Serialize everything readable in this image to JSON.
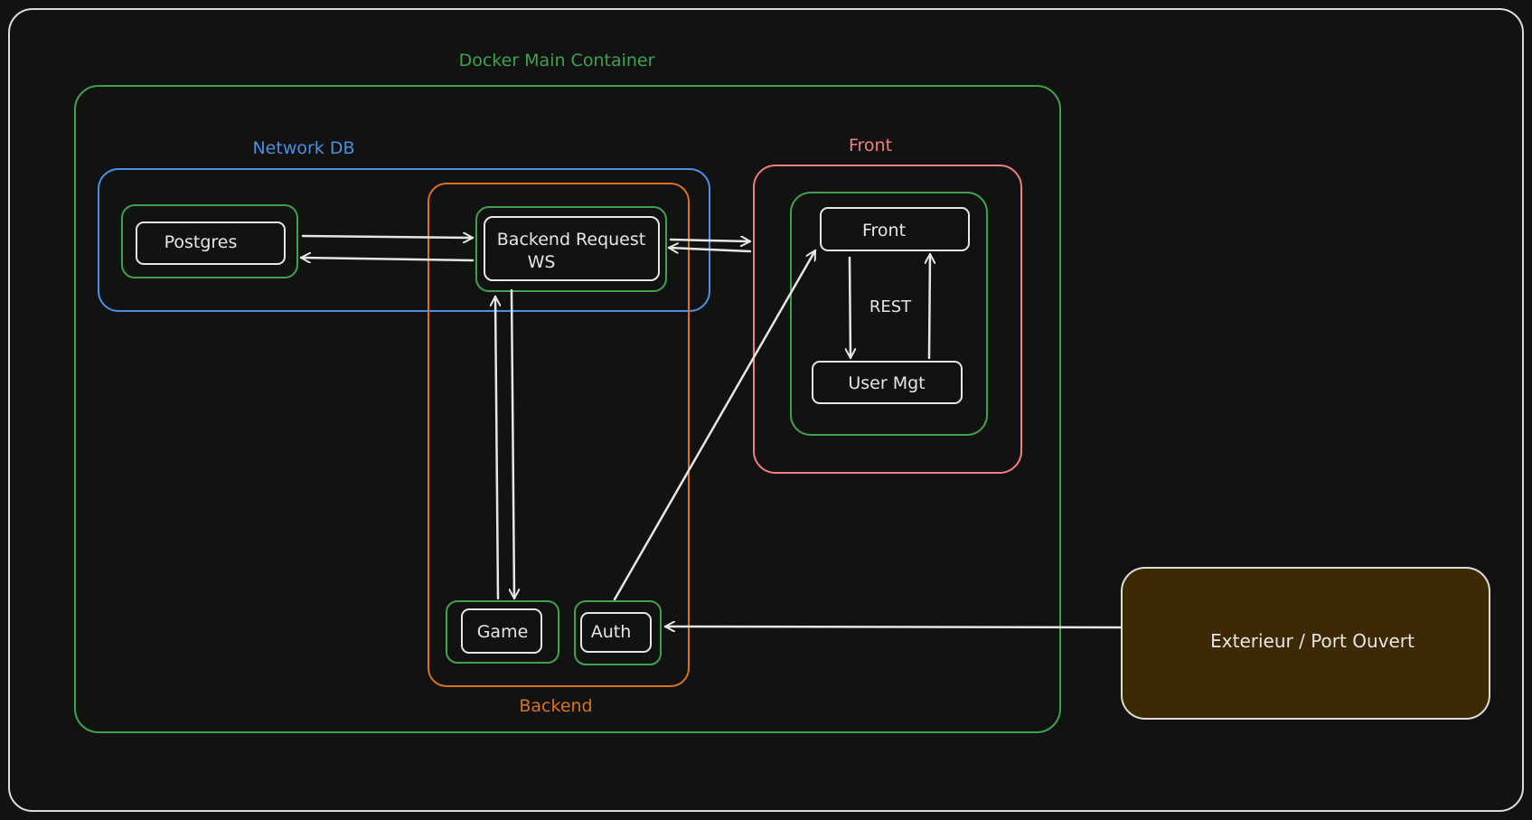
{
  "colors": {
    "background": "#121212",
    "outer_border": "#dcdcdc",
    "green": "#3fa34d",
    "blue": "#4a90e2",
    "orange": "#d9731a",
    "pink": "#f08080",
    "white": "#e6e6e6",
    "exterior_fill": "#3d2a05"
  },
  "labels": {
    "docker_main": "Docker Main Container",
    "network_db": "Network DB",
    "front_group": "Front",
    "backend_group": "Backend",
    "rest": "REST"
  },
  "nodes": {
    "postgres": "Postgres",
    "backend_request_line1": "Backend Request",
    "backend_request_line2": "WS",
    "front": "Front",
    "user_mgt": "User Mgt",
    "game": "Game",
    "auth": "Auth",
    "exterior": "Exterieur / Port Ouvert"
  }
}
